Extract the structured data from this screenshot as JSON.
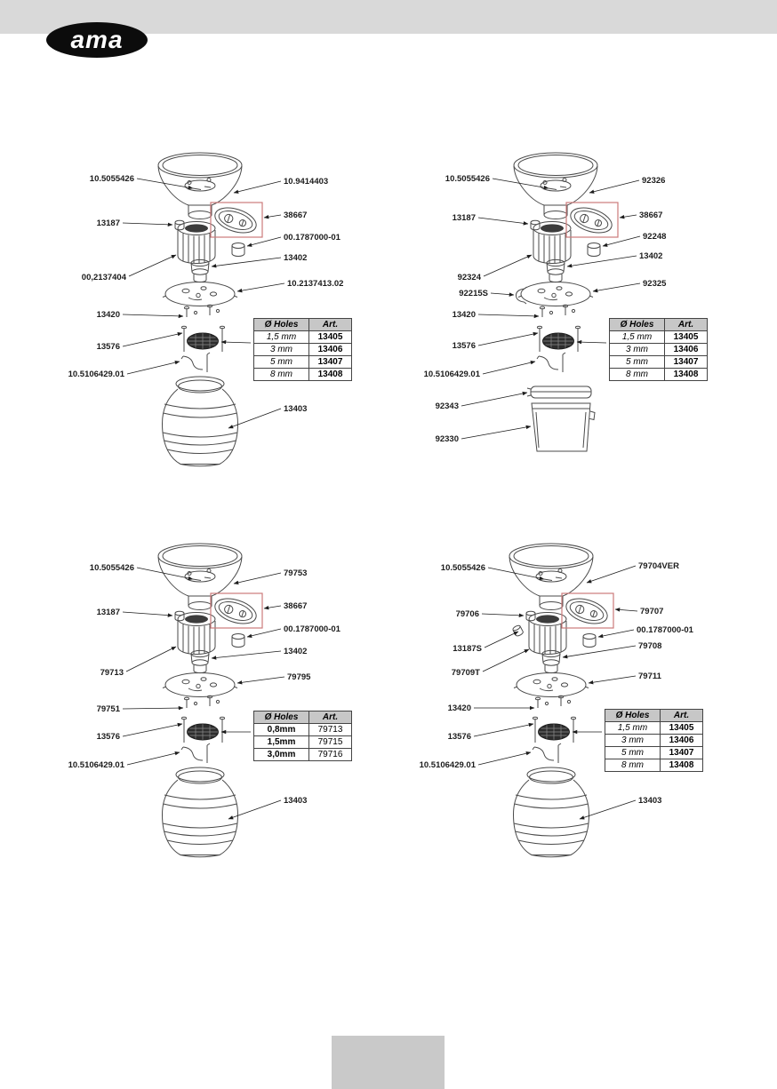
{
  "page": {
    "logo": "ama"
  },
  "colors": {
    "highlight_box": "#cc7a7a",
    "top_band": "#d9d9d9",
    "footer_box": "#c9c9c9"
  },
  "diagrams": [
    {
      "name": "grinder-with-round-jar",
      "labels": [
        "10.5055426",
        "10.9414403",
        "13187",
        "38667",
        "00.1787000-01",
        "00,2137404",
        "13402",
        "10.2137413.02",
        "13420",
        "13576",
        "10.5106429.01",
        "13403"
      ],
      "table": {
        "headers": [
          "Ø Holes",
          "Art."
        ],
        "rows": [
          [
            "1,5 mm",
            "13405"
          ],
          [
            "3 mm",
            "13406"
          ],
          [
            "5 mm",
            "13407"
          ],
          [
            "8 mm",
            "13408"
          ]
        ]
      }
    },
    {
      "name": "grinder-with-square-bin",
      "labels": [
        "10.5055426",
        "92326",
        "13187",
        "38667",
        "92248",
        "92324",
        "13402",
        "92215S",
        "92325",
        "13420",
        "13576",
        "10.5106429.01",
        "92343",
        "92330"
      ],
      "table": {
        "headers": [
          "Ø Holes",
          "Art."
        ],
        "rows": [
          [
            "1,5 mm",
            "13405"
          ],
          [
            "3 mm",
            "13406"
          ],
          [
            "5 mm",
            "13407"
          ],
          [
            "8 mm",
            "13408"
          ]
        ]
      }
    },
    {
      "name": "grinder-fine-holes",
      "labels": [
        "10.5055426",
        "79753",
        "13187",
        "38667",
        "00.1787000-01",
        "79713",
        "13402",
        "79795",
        "79751",
        "13576",
        "10.5106429.01",
        "13403"
      ],
      "table": {
        "headers": [
          "Ø Holes",
          "Art."
        ],
        "rows": [
          [
            "0,8mm",
            "79713"
          ],
          [
            "1,5mm",
            "79715"
          ],
          [
            "3,0mm",
            "79716"
          ]
        ]
      }
    },
    {
      "name": "grinder-ver-model",
      "labels": [
        "10.5055426",
        "79704VER",
        "79706",
        "79707",
        "13187S",
        "00.1787000-01",
        "79709T",
        "79708",
        "79711",
        "13420",
        "13576",
        "10.5106429.01",
        "13403"
      ],
      "table": {
        "headers": [
          "Ø Holes",
          "Art."
        ],
        "rows": [
          [
            "1,5 mm",
            "13405"
          ],
          [
            "3 mm",
            "13406"
          ],
          [
            "5 mm",
            "13407"
          ],
          [
            "8 mm",
            "13408"
          ]
        ]
      }
    }
  ]
}
